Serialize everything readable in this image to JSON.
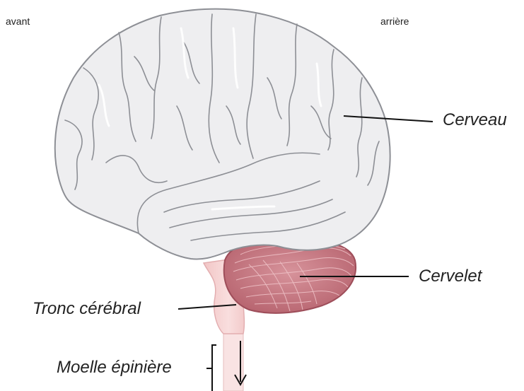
{
  "orientation": {
    "front": "avant",
    "back": "arrière"
  },
  "labels": {
    "cerebrum": "Cerveau",
    "cerebellum": "Cervelet",
    "brainstem": "Tronc cérébral",
    "spinal_cord": "Moelle épinière"
  },
  "colors": {
    "cerebrum_fill": "#eeeef0",
    "cerebrum_stroke": "#8d8f95",
    "cerebellum_fill": "#c97a84",
    "brainstem_fill": "#f6d3d3"
  }
}
